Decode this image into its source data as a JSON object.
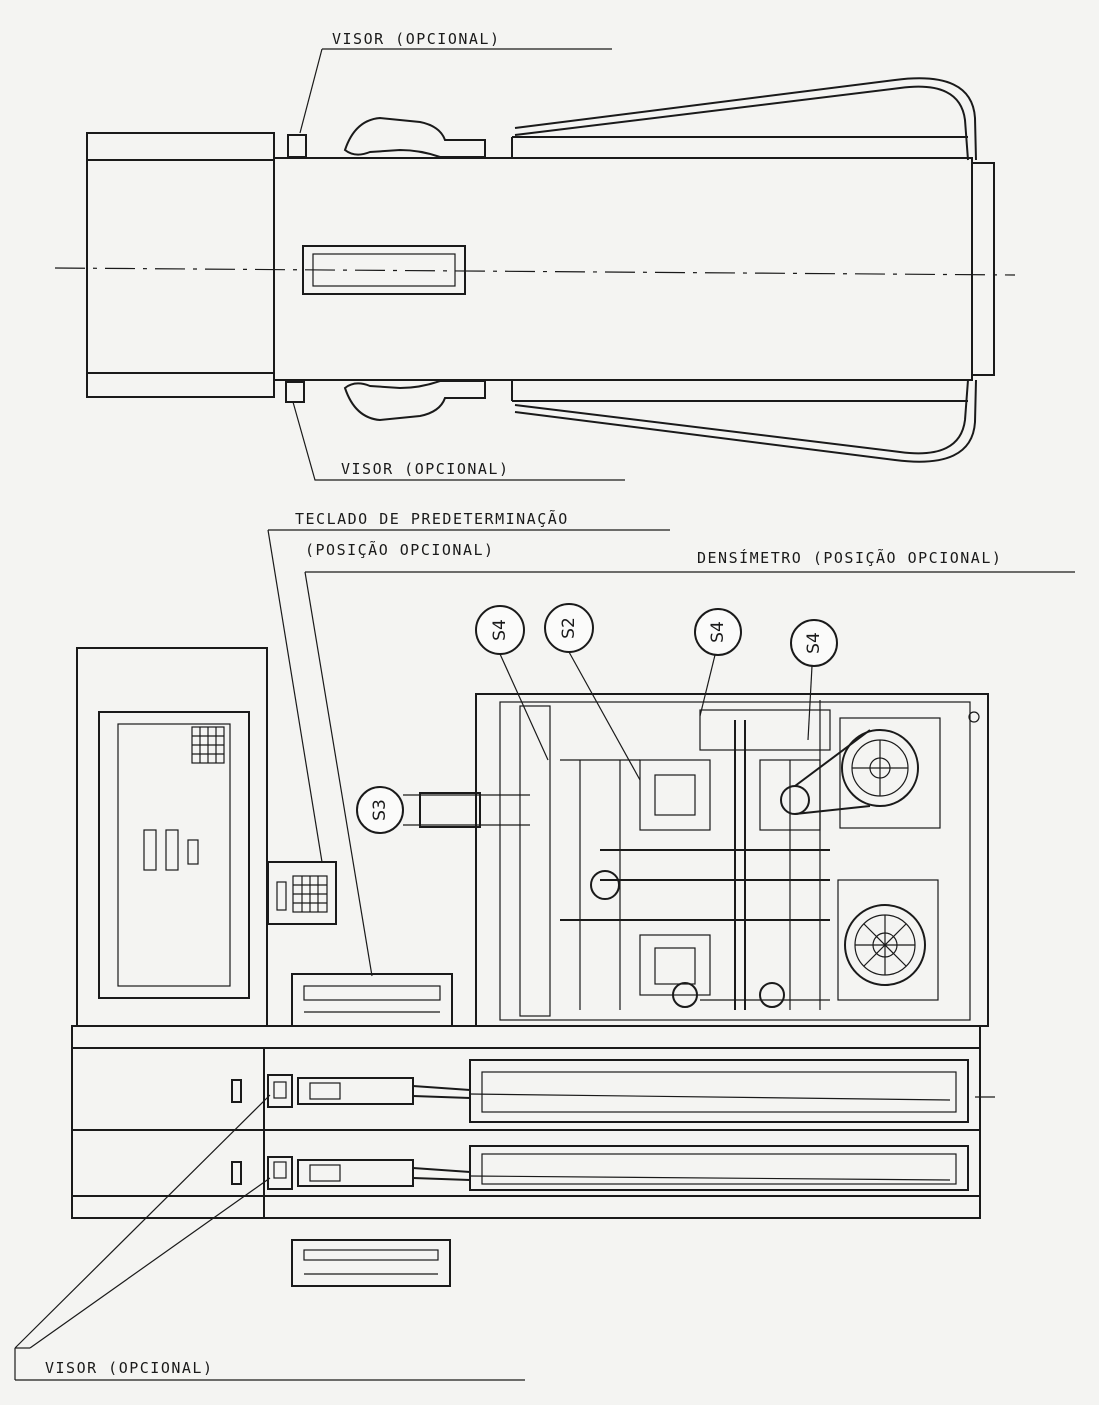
{
  "labels": {
    "visor_top": "VISOR (OPCIONAL)",
    "visor_mid": "VISOR (OPCIONAL)",
    "teclado_1": "TECLADO DE PREDETERMINAÇÃO",
    "teclado_2": "(POSIÇÃO OPCIONAL)",
    "densimetro": "DENSÍMETRO (POSIÇÃO OPCIONAL)",
    "visor_bottom": "VISOR (OPCIONAL)"
  },
  "callouts": {
    "s4_left": "S4",
    "s2": "S2",
    "s4_mid": "S4",
    "s4_right": "S4",
    "s3": "S3"
  },
  "colors": {
    "ink": "#1a1a1a",
    "paper": "#f4f4f2"
  }
}
